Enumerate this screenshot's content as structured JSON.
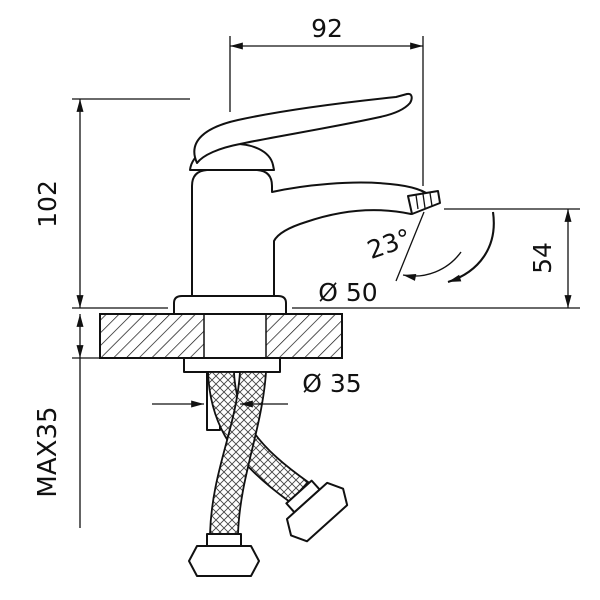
{
  "drawing": {
    "type": "technical-diagram",
    "subject": "single-lever basin faucet, side elevation with installation dimensions",
    "labels": {
      "spout_reach": "92",
      "total_height": "102",
      "spout_clearance": "54",
      "stream_angle": "23°",
      "base_diameter": "Ø 50",
      "hole_diameter": "Ø 35",
      "max_deck_thickness": "MAX35"
    },
    "colors": {
      "line": "#111111",
      "background": "#ffffff"
    }
  }
}
